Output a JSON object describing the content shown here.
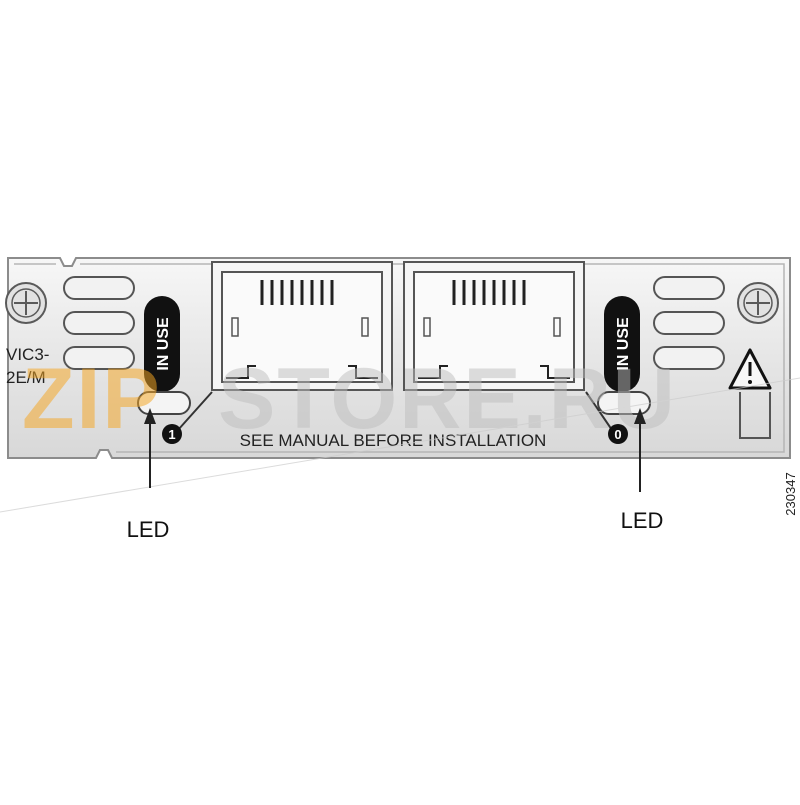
{
  "module": {
    "model_label_line1": "VIC3-",
    "model_label_line2": "2E/M",
    "left_status_label": "IN USE",
    "right_status_label": "IN USE",
    "left_port_number": "1",
    "right_port_number": "0",
    "warning_text": "SEE MANUAL BEFORE INSTALLATION"
  },
  "callouts": {
    "left_led_label": "LED",
    "right_led_label": "LED"
  },
  "figure_id": "230347",
  "watermark": "ZIPSTORE.RU",
  "colors": {
    "faceplate": "#ececec",
    "faceplate_edge": "#9a9a9a",
    "line": "#2a2a2a",
    "label_bg": "#111111",
    "watermark_orange": "#f5a623",
    "watermark_gray": "#bdbdbd"
  }
}
